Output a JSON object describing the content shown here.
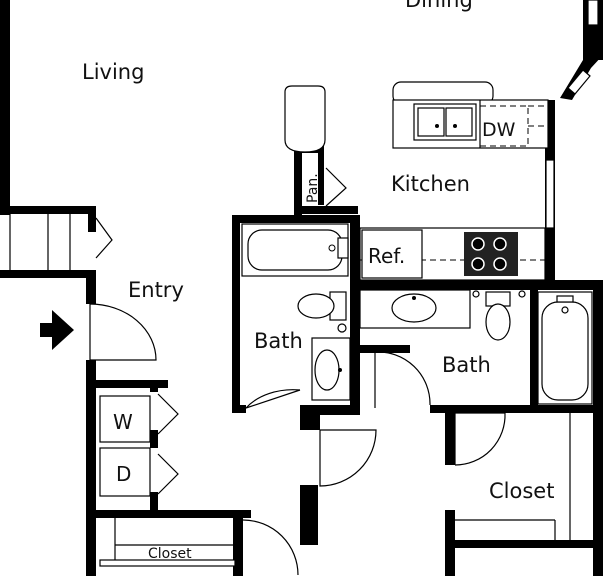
{
  "rooms": {
    "dining": "Dining",
    "living": "Living",
    "kitchen": "Kitchen",
    "entry": "Entry",
    "bath_left": "Bath",
    "bath_right": "Bath",
    "closet_main": "Closet",
    "closet_small": "Closet"
  },
  "fixtures": {
    "dishwasher": "DW",
    "pantry": "Pan.",
    "refrigerator": "Ref.",
    "washer": "W",
    "dryer": "D"
  },
  "colors": {
    "wall": "#000000",
    "background": "#ffffff",
    "counter": "#e8e8e8"
  },
  "icons": {
    "entry_marker": "arrow-right-icon"
  }
}
